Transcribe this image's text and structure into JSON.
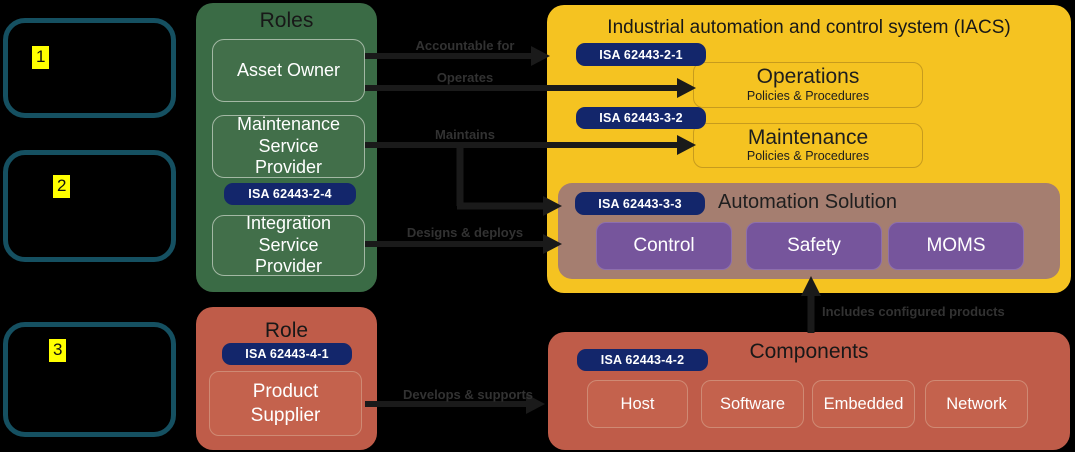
{
  "colors": {
    "background": "#000000",
    "green_panel": "#3a6b45",
    "green_box": "#426f4a",
    "navy_badge": "#13266b",
    "yellow_panel": "#f5c321",
    "mauve_panel": "#a57e70",
    "purple_box": "#76559c",
    "red_panel": "#bf5c49",
    "red_box": "#c4624d",
    "teal_outline": "#155061",
    "highlight_yellow": "#ffff00",
    "arrow": "#1a1a1a"
  },
  "ref_boxes": [
    {
      "label": "1"
    },
    {
      "label": "2"
    },
    {
      "label": "3"
    }
  ],
  "roles_panel": {
    "title": "Roles",
    "items": [
      {
        "label": "Asset Owner"
      },
      {
        "label": "Maintenance Service Provider"
      },
      {
        "label": "Integration Service Provider"
      }
    ],
    "badge": "ISA 62443-2-4"
  },
  "role_panel": {
    "title": "Role",
    "badge": "ISA 62443-4-1",
    "item": "Product Supplier"
  },
  "iacs_panel": {
    "title": "Industrial automation and control system (IACS)",
    "operations_badge": "ISA 62443-2-1",
    "operations": {
      "title": "Operations",
      "subtitle": "Policies & Procedures"
    },
    "maintenance_badge": "ISA 62443-3-2",
    "maintenance": {
      "title": "Maintenance",
      "subtitle": "Policies & Procedures"
    },
    "automation_solution": {
      "badge": "ISA 62443-3-3",
      "title": "Automation Solution",
      "boxes": [
        {
          "label": "Control"
        },
        {
          "label": "Safety"
        },
        {
          "label": "MOMS"
        }
      ]
    }
  },
  "components_panel": {
    "title": "Components",
    "badge": "ISA 62443-4-2",
    "boxes": [
      {
        "label": "Host"
      },
      {
        "label": "Software"
      },
      {
        "label": "Embedded"
      },
      {
        "label": "Network"
      }
    ]
  },
  "arrow_labels": {
    "accountable_for": "Accountable for",
    "operates": "Operates",
    "maintains": "Maintains",
    "designs_deploys": "Designs & deploys",
    "develops_supports": "Develops & supports",
    "includes_configured": "Includes configured products"
  }
}
